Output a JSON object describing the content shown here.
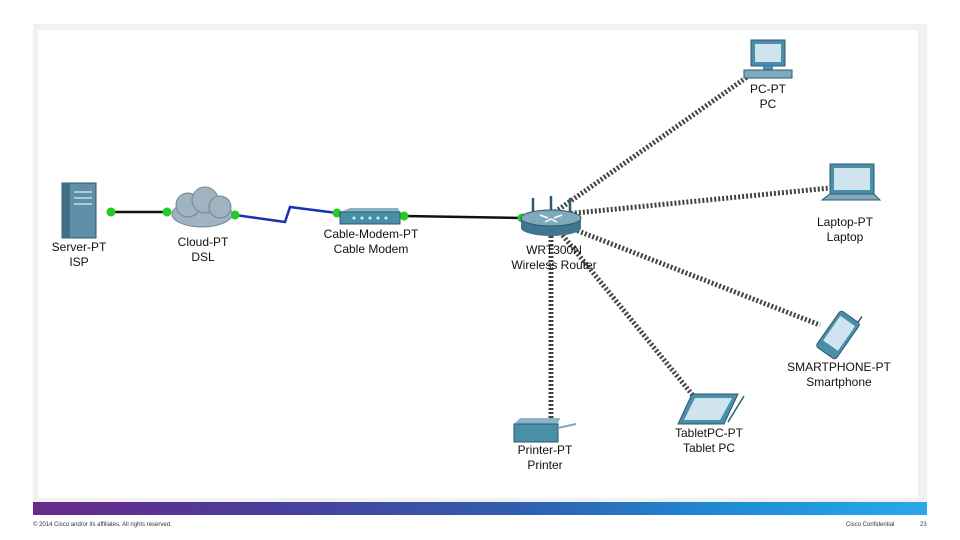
{
  "devices": {
    "server": {
      "type": "Server-PT",
      "name": "ISP"
    },
    "cloud": {
      "type": "Cloud-PT",
      "name": "DSL"
    },
    "modem": {
      "type": "Cable-Modem-PT",
      "name": "Cable Modem"
    },
    "router": {
      "type": "WRT300N",
      "name": "Wireless Router"
    },
    "pc": {
      "type": "PC-PT",
      "name": "PC"
    },
    "laptop": {
      "type": "Laptop-PT",
      "name": "Laptop"
    },
    "smartphone": {
      "type": "SMARTPHONE-PT",
      "name": "Smartphone"
    },
    "tablet": {
      "type": "TabletPC-PT",
      "name": "Tablet PC"
    },
    "printer": {
      "type": "Printer-PT",
      "name": "Printer"
    }
  },
  "links": [
    {
      "from": "server",
      "to": "cloud",
      "kind": "wired"
    },
    {
      "from": "cloud",
      "to": "modem",
      "kind": "coaxial"
    },
    {
      "from": "modem",
      "to": "router",
      "kind": "wired"
    },
    {
      "from": "router",
      "to": "pc",
      "kind": "wireless"
    },
    {
      "from": "router",
      "to": "laptop",
      "kind": "wireless"
    },
    {
      "from": "router",
      "to": "smartphone",
      "kind": "wireless"
    },
    {
      "from": "router",
      "to": "tablet",
      "kind": "wireless"
    },
    {
      "from": "router",
      "to": "printer",
      "kind": "wireless"
    }
  ],
  "colors": {
    "link_up": "#22cc22",
    "coax": "#1a2fb8",
    "device": "#4a8fa8",
    "wireless": "#555555"
  },
  "footer": {
    "copyright": "© 2014 Cisco and/or its affiliates. All rights reserved.",
    "confidential": "Cisco Confidential",
    "page": "23"
  }
}
